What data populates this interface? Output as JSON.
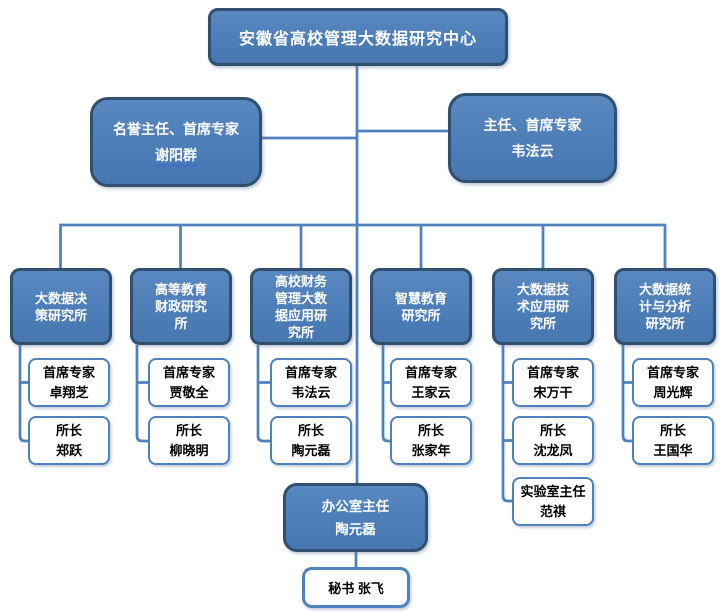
{
  "title": "安徽省高校管理大数据研究中心",
  "leadership": {
    "left": {
      "role": "名誉主任、首席专家",
      "name": "谢阳群"
    },
    "right": {
      "role": "主任、首席专家",
      "name": "韦法云"
    }
  },
  "departments": [
    {
      "title": "大数据决策研究所",
      "members": [
        {
          "role": "首席专家",
          "name": "卓翔芝"
        },
        {
          "role": "所长",
          "name": "郑跃"
        }
      ]
    },
    {
      "title": "高等教育财政研究所",
      "members": [
        {
          "role": "首席专家",
          "name": "贾敬全"
        },
        {
          "role": "所长",
          "name": "柳晓明"
        }
      ]
    },
    {
      "title": "高校财务管理大数据应用研究所",
      "members": [
        {
          "role": "首席专家",
          "name": "韦法云"
        },
        {
          "role": "所长",
          "name": "陶元磊"
        }
      ]
    },
    {
      "title": "智慧教育研究所",
      "members": [
        {
          "role": "首席专家",
          "name": "王家云"
        },
        {
          "role": "所长",
          "name": "张家年"
        }
      ]
    },
    {
      "title": "大数据技术应用研究所",
      "members": [
        {
          "role": "首席专家",
          "name": "宋万干"
        },
        {
          "role": "所长",
          "name": "沈龙凤"
        },
        {
          "role": "实验室主任",
          "name": "范祺"
        }
      ]
    },
    {
      "title": "大数据统计与分析研究所",
      "members": [
        {
          "role": "首席专家",
          "name": "周光辉"
        },
        {
          "role": "所长",
          "name": "王国华"
        }
      ]
    }
  ],
  "office": {
    "role": "办公室主任",
    "name": "陶元磊",
    "secretary": "秘书 张飞"
  },
  "colors": {
    "box_fill": "#4f81bd",
    "box_border": "#31506f",
    "subbox_border": "#4f81bd",
    "connector": "#4f81bd",
    "text_on_blue": "#ffffff",
    "text_on_white": "#000000"
  }
}
